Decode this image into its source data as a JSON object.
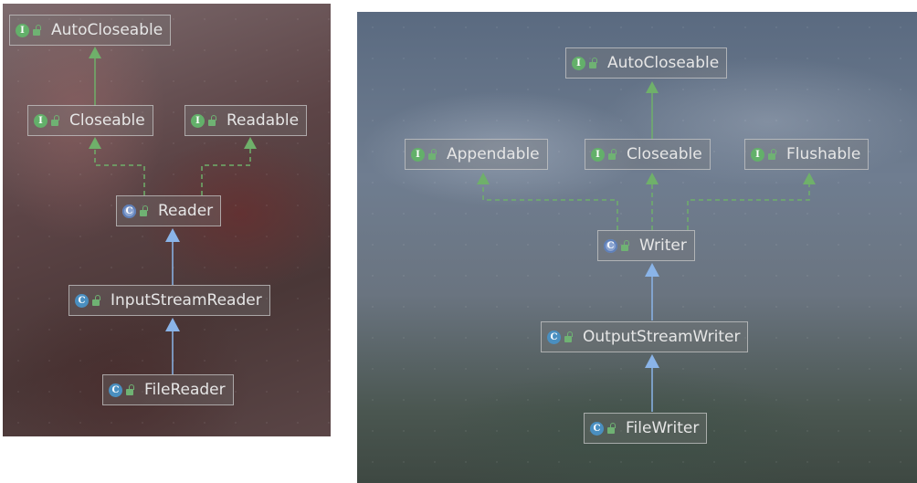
{
  "diagrams": [
    {
      "nodes": {
        "autocloseable": {
          "name": "AutoCloseable",
          "kind": "I"
        },
        "closeable": {
          "name": "Closeable",
          "kind": "I"
        },
        "readable": {
          "name": "Readable",
          "kind": "I"
        },
        "reader": {
          "name": "Reader",
          "kind": "C"
        },
        "inputstreamreader": {
          "name": "InputStreamReader",
          "kind": "C"
        },
        "filereader": {
          "name": "FileReader",
          "kind": "C"
        }
      }
    },
    {
      "nodes": {
        "autocloseable": {
          "name": "AutoCloseable",
          "kind": "I"
        },
        "appendable": {
          "name": "Appendable",
          "kind": "I"
        },
        "closeable": {
          "name": "Closeable",
          "kind": "I"
        },
        "flushable": {
          "name": "Flushable",
          "kind": "I"
        },
        "writer": {
          "name": "Writer",
          "kind": "C"
        },
        "outputstreamwriter": {
          "name": "OutputStreamWriter",
          "kind": "C"
        },
        "filewriter": {
          "name": "FileWriter",
          "kind": "C"
        }
      }
    }
  ],
  "colors": {
    "interface_badge": "#63b06a",
    "class_badge": "#4a8fc0",
    "extends_arrow": "#8ab4e8",
    "implements_arrow": "#6fb06a"
  }
}
